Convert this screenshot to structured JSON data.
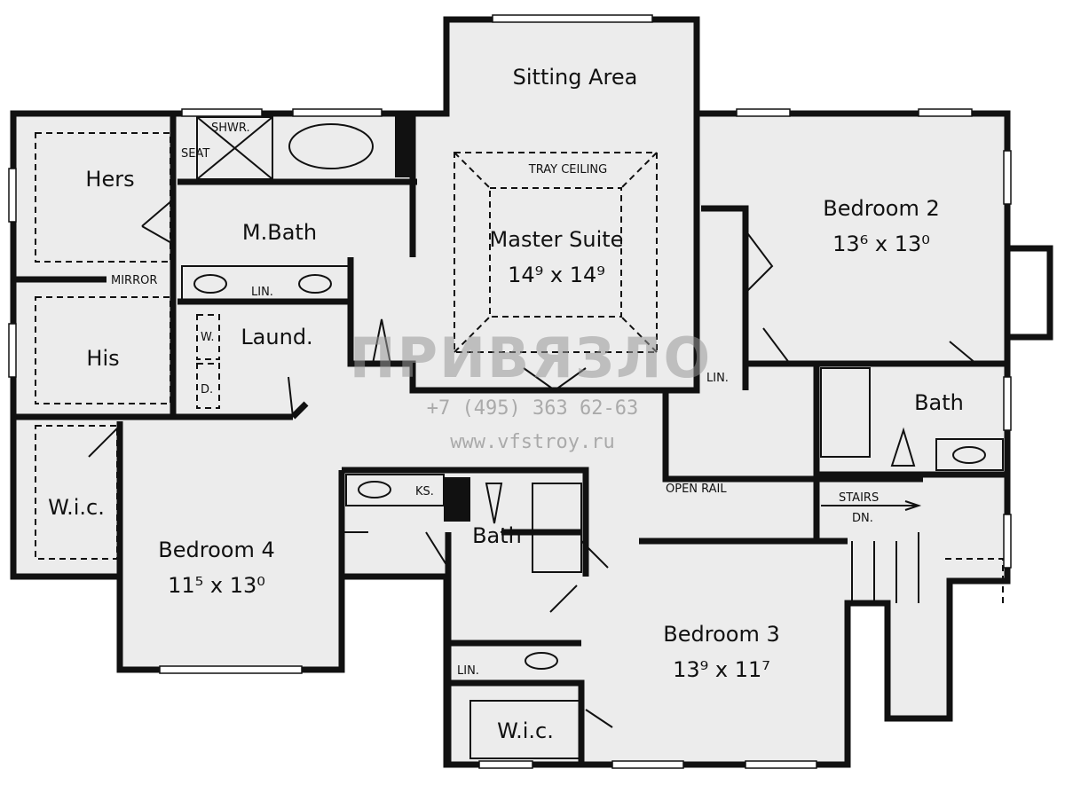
{
  "rooms": {
    "sitting_area": "Sitting Area",
    "tray_ceiling": "TRAY CEILING",
    "master_suite": "Master Suite",
    "master_suite_dim": "14⁹ x 14⁹",
    "bedroom2": "Bedroom 2",
    "bedroom2_dim": "13⁶ x 13⁰",
    "hers": "Hers",
    "his": "His",
    "mirror": "MIRROR",
    "shwr": "SHWR.",
    "seat": "SEAT",
    "mbath": "M.Bath",
    "lin1": "LIN.",
    "laund": "Laund.",
    "washer": "W.",
    "dryer": "D.",
    "lin2": "LIN.",
    "bath_right": "Bath",
    "open_rail": "OPEN RAIL",
    "stairs": "STAIRS",
    "dn": "DN.",
    "wic_left": "W.i.c.",
    "bedroom4": "Bedroom 4",
    "bedroom4_dim": "11⁵ x 13⁰",
    "ks": "KS.",
    "bath_center": "Bath",
    "lin3": "LIN.",
    "bedroom3": "Bedroom 3",
    "bedroom3_dim": "13⁹ x 11⁷",
    "wic_bottom": "W.i.c."
  },
  "watermark": {
    "logo": "ПРИВЯЗЛО",
    "phone": "+7 (495) 363 62-63",
    "url": "www.vfstroy.ru"
  },
  "colors": {
    "floor": "#ececec",
    "wall": "#111111"
  }
}
